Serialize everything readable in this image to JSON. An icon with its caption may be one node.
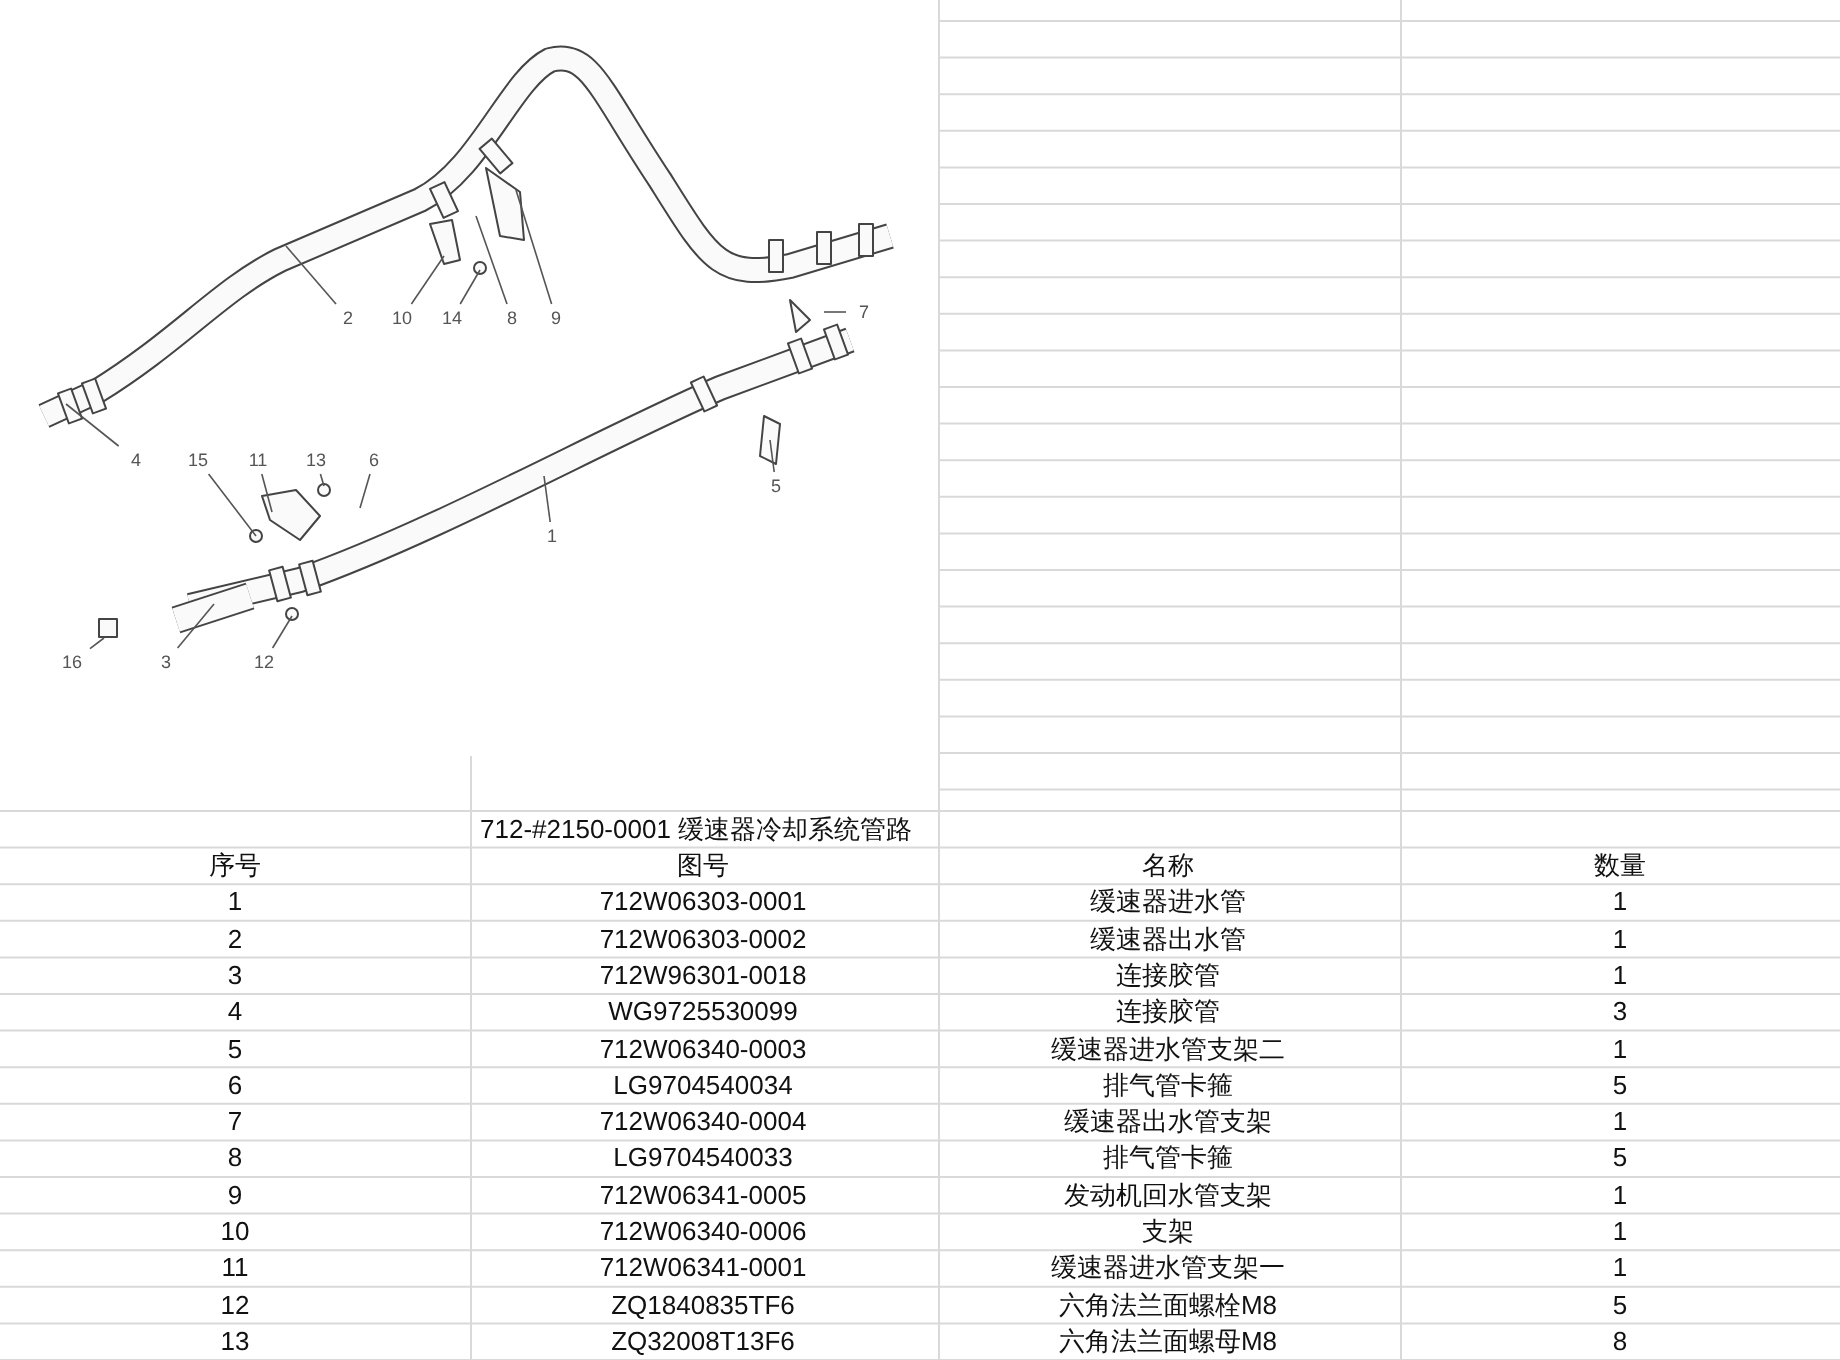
{
  "diagram": {
    "title": "712-#2150-0001 缓速器冷却系统管路",
    "nodes": [
      {
        "text": [
          "2"
        ]
      },
      {
        "text": [
          "10"
        ]
      },
      {
        "text": [
          "14"
        ]
      },
      {
        "text": [
          "8"
        ]
      },
      {
        "text": [
          "9"
        ]
      },
      {
        "text": [
          "7"
        ]
      },
      {
        "text": [
          "4"
        ]
      },
      {
        "text": [
          "15"
        ]
      },
      {
        "text": [
          "11"
        ]
      },
      {
        "text": [
          "13"
        ]
      },
      {
        "text": [
          "6"
        ]
      },
      {
        "text": [
          "5"
        ]
      },
      {
        "text": [
          "1"
        ]
      },
      {
        "text": [
          "16"
        ]
      },
      {
        "text": [
          "3"
        ]
      },
      {
        "text": [
          "12"
        ]
      }
    ],
    "edges": [
      {
        "from": 0,
        "to": null,
        "arrow": "none"
      },
      {
        "from": 1,
        "to": null,
        "arrow": "none"
      },
      {
        "from": 2,
        "to": null,
        "arrow": "none"
      },
      {
        "from": 3,
        "to": null,
        "arrow": "none"
      },
      {
        "from": 4,
        "to": null,
        "arrow": "none"
      },
      {
        "from": 5,
        "to": null,
        "arrow": "none"
      },
      {
        "from": 6,
        "to": null,
        "arrow": "none"
      },
      {
        "from": 7,
        "to": null,
        "arrow": "none"
      },
      {
        "from": 8,
        "to": null,
        "arrow": "none"
      },
      {
        "from": 9,
        "to": null,
        "arrow": "none"
      },
      {
        "from": 10,
        "to": null,
        "arrow": "none"
      },
      {
        "from": 11,
        "to": null,
        "arrow": "none"
      },
      {
        "from": 12,
        "to": null,
        "arrow": "none"
      },
      {
        "from": 13,
        "to": null,
        "arrow": "none"
      },
      {
        "from": 14,
        "to": null,
        "arrow": "none"
      },
      {
        "from": 15,
        "to": null,
        "arrow": "none"
      }
    ],
    "labels": [
      "序号",
      "图号",
      "名称",
      "数量",
      "1",
      "712W06303-0001",
      "缓速器进水管",
      "1",
      "2",
      "712W06303-0002",
      "缓速器出水管",
      "1",
      "3",
      "712W96301-0018",
      "连接胶管",
      "1",
      "4",
      "WG9725530099",
      "连接胶管",
      "3",
      "5",
      "712W06340-0003",
      "缓速器进水管支架二",
      "1",
      "6",
      "LG9704540034",
      "排气管卡箍",
      "5",
      "7",
      "712W06340-0004",
      "缓速器出水管支架",
      "1",
      "8",
      "LG9704540033",
      "排气管卡箍",
      "5",
      "9",
      "712W06341-0005",
      "发动机回水管支架",
      "1",
      "10",
      "712W06340-0006",
      "支架",
      "1",
      "11",
      "712W06341-0001",
      "缓速器进水管支架一",
      "1",
      "12",
      "ZQ1840835TF6",
      "六角法兰面螺栓M8",
      "5",
      "13",
      "ZQ32008T13F6",
      "六角法兰面螺母M8",
      "8"
    ]
  }
}
